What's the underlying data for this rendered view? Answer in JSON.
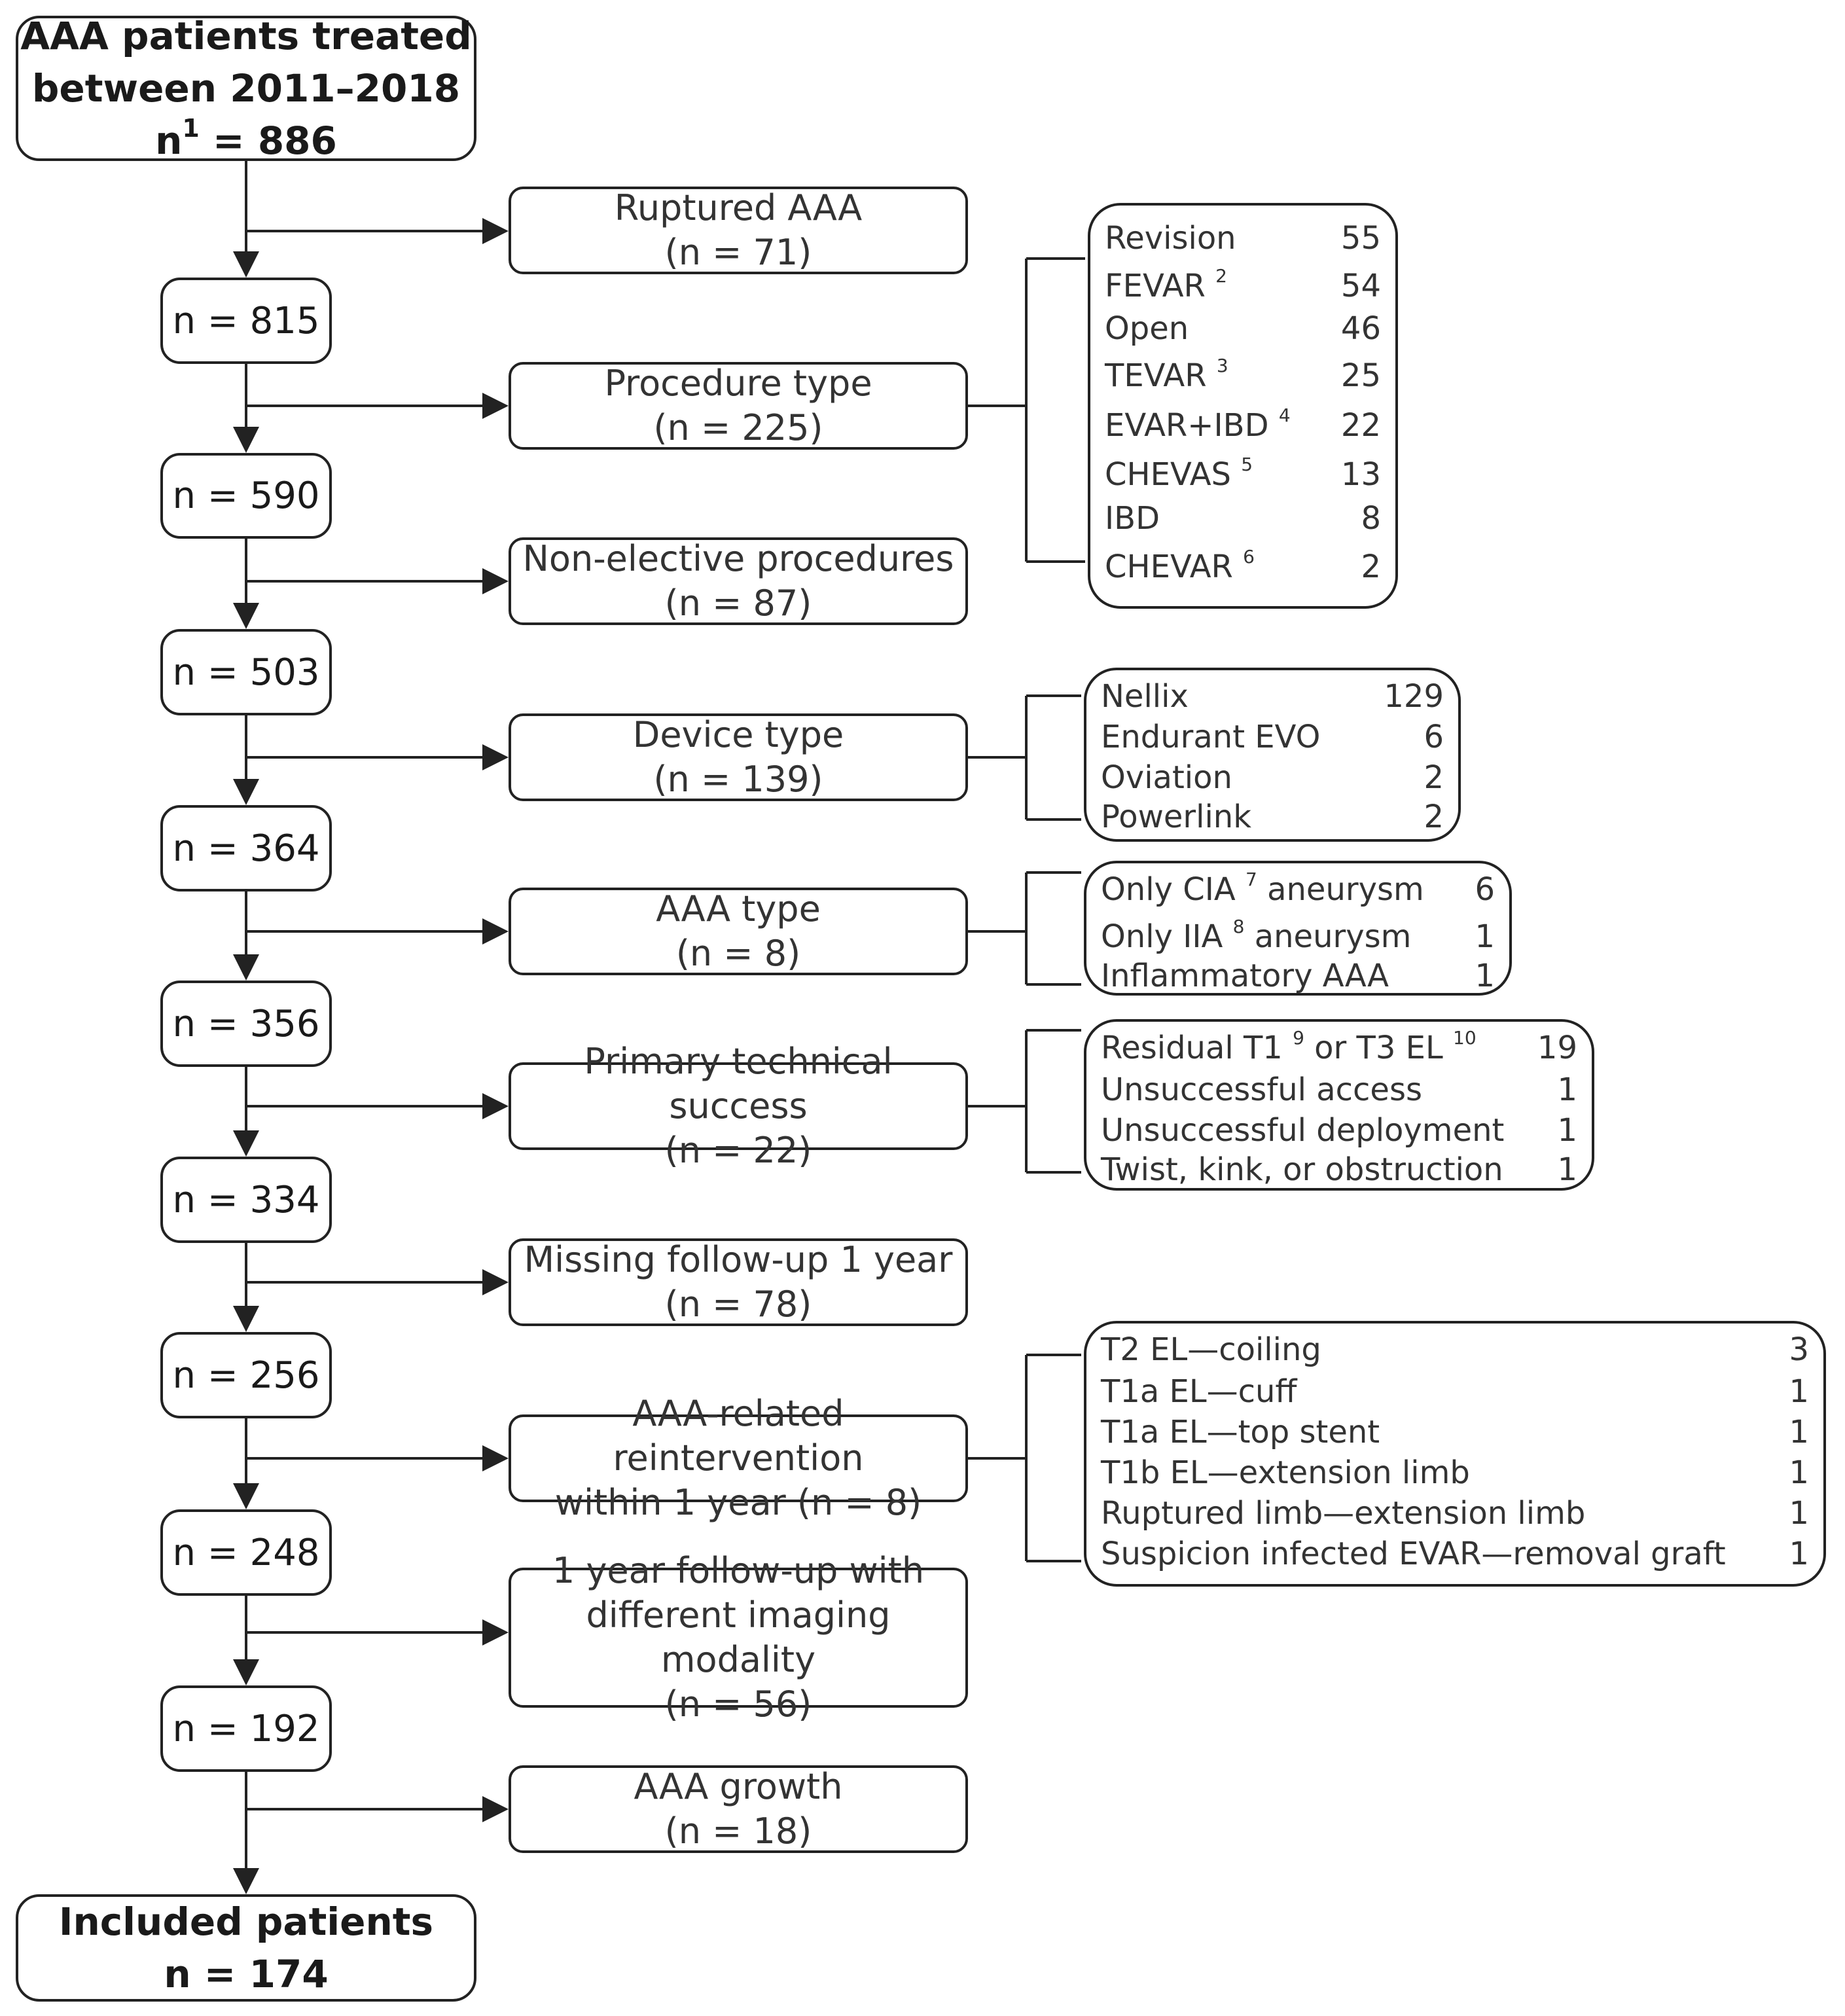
{
  "main_flow": {
    "start": {
      "line1": "AAA patients treated",
      "line2": "between 2011–2018",
      "n_prefix": "n",
      "n_sup": "1",
      "n_suffix": " = 886"
    },
    "counts": [
      "n = 815",
      "n = 590",
      "n = 503",
      "n = 364",
      "n = 356",
      "n = 334",
      "n = 256",
      "n = 248",
      "n = 192"
    ],
    "end": {
      "line1": "Included patients",
      "line2": "n = 174"
    }
  },
  "exclusions": [
    {
      "line1": "Ruptured AAA",
      "line2": "(n = 71)"
    },
    {
      "line1": "Procedure type",
      "line2": "(n = 225)"
    },
    {
      "line1": "Non-elective procedures",
      "line2": "(n = 87)"
    },
    {
      "line1": "Device type",
      "line2": "(n = 139)"
    },
    {
      "line1": "AAA type",
      "line2": "(n = 8)"
    },
    {
      "line1": "Primary technical success",
      "line2": "(n = 22)"
    },
    {
      "line1": "Missing follow-up 1 year",
      "line2": "(n = 78)"
    },
    {
      "line1": "AAA-related reintervention",
      "line2": "within 1 year (n = 8)"
    },
    {
      "line1": "1 year follow-up with",
      "line2": "different imaging modality",
      "line3": "(n = 56)"
    },
    {
      "line1": "AAA growth",
      "line2": "(n = 18)"
    }
  ],
  "details": {
    "procedure_type": [
      {
        "label": "Revision",
        "value": "55"
      },
      {
        "label": "FEVAR",
        "sup": "2",
        "value": "54"
      },
      {
        "label": "Open",
        "value": "46"
      },
      {
        "label": "TEVAR",
        "sup": "3",
        "value": "25"
      },
      {
        "label": "EVAR+IBD",
        "sup": "4",
        "value": "22"
      },
      {
        "label": "CHEVAS",
        "sup": "5",
        "value": "13"
      },
      {
        "label": "IBD",
        "value": "8"
      },
      {
        "label": "CHEVAR",
        "sup": "6",
        "value": "2"
      }
    ],
    "device_type": [
      {
        "label": "Nellix",
        "value": "129"
      },
      {
        "label": "Endurant EVO",
        "value": "6"
      },
      {
        "label": "Oviation",
        "value": "2"
      },
      {
        "label": "Powerlink",
        "value": "2"
      }
    ],
    "aaa_type": [
      {
        "label": "Only CIA",
        "sup": "7",
        "rest": " aneurysm",
        "value": "6"
      },
      {
        "label": "Only IIA",
        "sup": "8",
        "rest": " aneurysm",
        "value": "1"
      },
      {
        "label": "Inflammatory AAA",
        "value": "1"
      }
    ],
    "technical_success": [
      {
        "label": "Residual T1",
        "sup": "9",
        "rest": " or T3 EL",
        "sup2": "10",
        "value": "19"
      },
      {
        "label": "Unsuccessful access",
        "value": "1"
      },
      {
        "label": "Unsuccessful deployment",
        "value": "1"
      },
      {
        "label": "Twist, kink, or obstruction",
        "value": "1"
      }
    ],
    "reintervention": [
      {
        "label": "T2 EL—coiling",
        "value": "3"
      },
      {
        "label": "T1a EL—cuff",
        "value": "1"
      },
      {
        "label": "T1a EL—top stent",
        "value": "1"
      },
      {
        "label": "T1b EL—extension limb",
        "value": "1"
      },
      {
        "label": "Ruptured limb—extension limb",
        "value": "1"
      },
      {
        "label": "Suspicion infected EVAR—removal graft",
        "value": "1"
      }
    ]
  }
}
